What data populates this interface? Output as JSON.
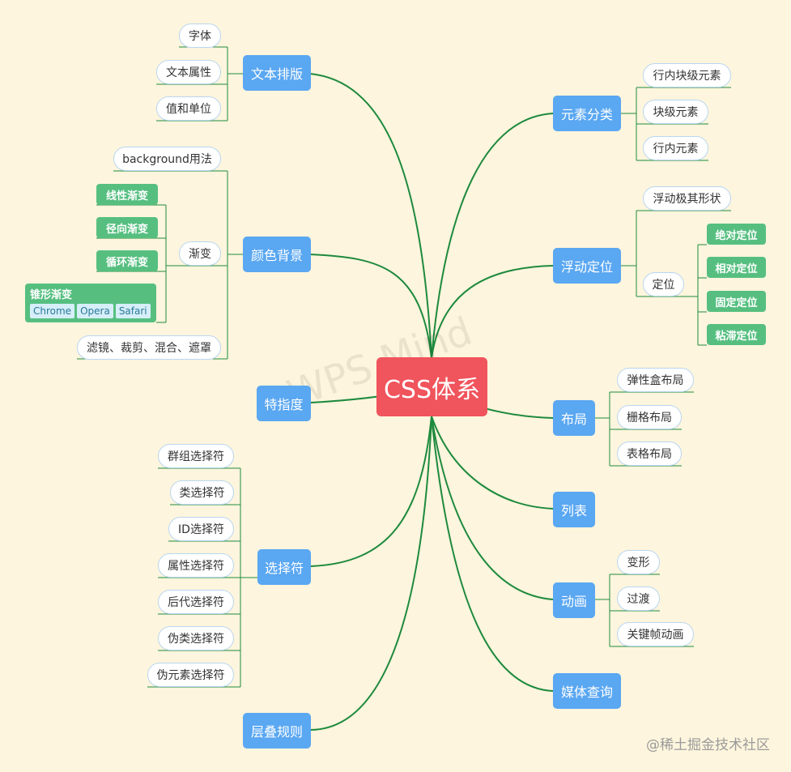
{
  "root": "CSS体系",
  "branches": {
    "text_layout": "文本排版",
    "color_bg": "颜色背景",
    "specificity": "特指度",
    "selectors": "选择符",
    "cascade": "层叠规则",
    "element_types": "元素分类",
    "float_pos": "浮动定位",
    "layout": "布局",
    "list": "列表",
    "animation": "动画",
    "media": "媒体查询"
  },
  "leaves": {
    "font": "字体",
    "text_props": "文本属性",
    "values_units": "值和单位",
    "bg_usage": "background用法",
    "gradient": "渐变",
    "linear": "线性渐变",
    "radial": "径向渐变",
    "repeating": "循环渐变",
    "conic": "锥形渐变",
    "filters": "滤镜、裁剪、混合、遮罩",
    "group_sel": "群组选择符",
    "class_sel": "类选择符",
    "id_sel": "ID选择符",
    "attr_sel": "属性选择符",
    "desc_sel": "后代选择符",
    "pseudo_class": "伪类选择符",
    "pseudo_elem": "伪元素选择符",
    "inline_block": "行内块级元素",
    "block": "块级元素",
    "inline": "行内元素",
    "float_shape": "浮动极其形状",
    "position": "定位",
    "absolute": "绝对定位",
    "relative": "相对定位",
    "fixed": "固定定位",
    "sticky": "粘滞定位",
    "flexbox": "弹性盒布局",
    "grid": "栅格布局",
    "table": "表格布局",
    "transform": "变形",
    "transition": "过渡",
    "keyframes": "关键帧动画"
  },
  "browsers": [
    "Chrome",
    "Opera",
    "Safari"
  ],
  "watermark": "WPS Mind",
  "credit": "@稀土掘金技术社区",
  "colors": {
    "center": "#f0545c",
    "branch": "#5aa7f2",
    "green_leaf": "#56bf80",
    "link": "#1e8a3e",
    "background": "#fdf5dd"
  }
}
